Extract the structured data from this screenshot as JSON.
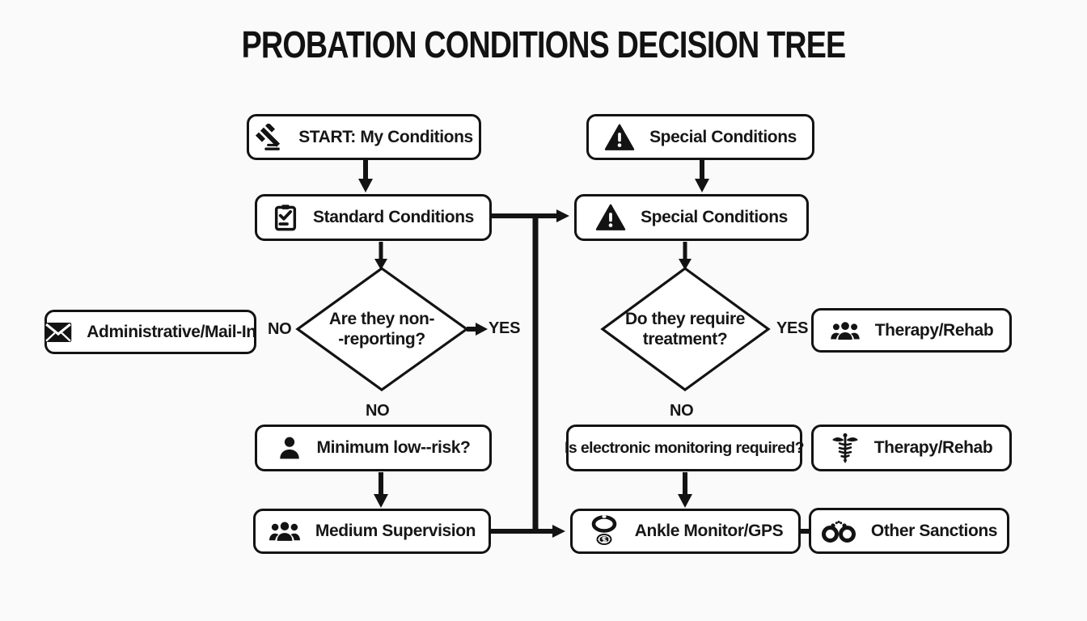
{
  "title": "PROBATION CONDITIONS DECISION TREE",
  "nodes": {
    "start": {
      "label": "START: My Conditions",
      "icon": "gavel-icon"
    },
    "standard": {
      "label": "Standard Conditions",
      "icon": "clipboard-check-icon"
    },
    "admin": {
      "label": "Administrative/Mail-In",
      "icon": "envelope-icon"
    },
    "minimum": {
      "label": "Minimum low--risk?",
      "icon": "person-icon"
    },
    "medium": {
      "label": "Medium Supervision",
      "icon": "group-icon"
    },
    "special1": {
      "label": "Special Conditions",
      "icon": "warning-icon"
    },
    "special2": {
      "label": "Special Conditions",
      "icon": "warning-icon"
    },
    "electronic": {
      "label": "Is electronic monitoring required?",
      "icon": "none"
    },
    "therapy1": {
      "label": "Therapy/Rehab",
      "icon": "group-icon"
    },
    "therapy2": {
      "label": "Therapy/Rehab",
      "icon": "caduceus-icon"
    },
    "ankle": {
      "label": "Ankle Monitor/GPS",
      "icon": "ankle-monitor-icon"
    },
    "other": {
      "label": "Other Sanctions",
      "icon": "handcuffs-icon"
    }
  },
  "decisions": {
    "d1": {
      "line1": "Are they non-",
      "line2": "-reporting?"
    },
    "d2": {
      "line1": "Do they require",
      "line2": "treatment?"
    }
  },
  "edge_labels": {
    "d1_no_left": "NO",
    "d1_yes": "YES",
    "d1_no_bottom": "NO",
    "d2_yes": "YES",
    "d2_no_bottom": "NO"
  },
  "colors": {
    "line": "#131313",
    "background": "#fafafa",
    "node_fill": "#ffffff",
    "text": "#161616"
  }
}
